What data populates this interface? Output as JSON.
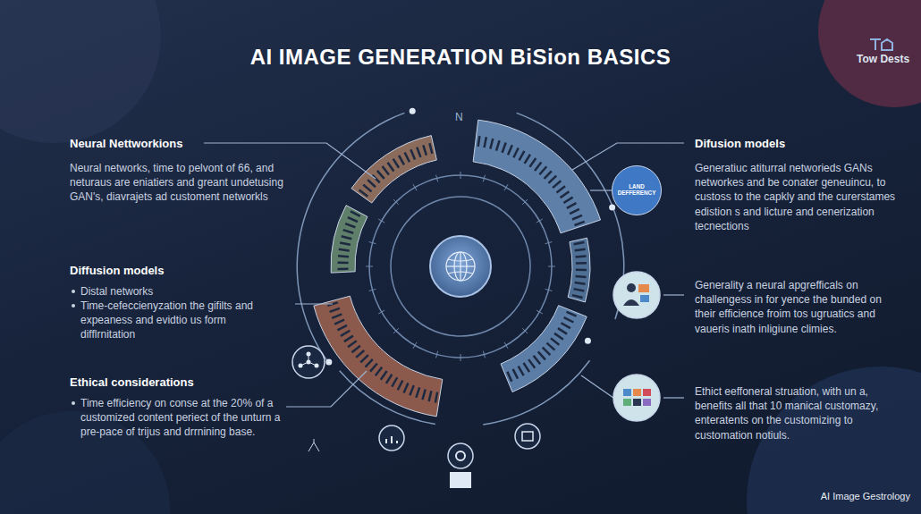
{
  "diagram": {
    "title": "AI IMAGE GENERATION BiSion BASICS",
    "nodes": [
      {
        "text": [
          "LAND DEFFERENCY"
        ]
      }
    ],
    "labels": [
      "Tow Dests",
      "N",
      "Neural Nettworkions",
      "Neural networks, time to pelvont of 66, and neturaus are eniatiers and greant undetusing GAN's, diavrajets ad customent networkls",
      "Diffusion models",
      "Distal networks",
      "Time-cefeccienyzation the gifilts and expeaness and evidtio us form difflrnitation",
      "Ethical considerations",
      "Time efficiency on conse at the 20% of a customized content periect of the unturn a pre-pace of trijus and drrnining base.",
      "Difusion models",
      "Generatiuc atiturral networieds GANs networkes and be conater geneuincu, to custoss to the capkly and the curerstames edistion s and licture and cenerization tecnections",
      "Generality a neural apgrefficals on challengess in for yence the bunded on their efficience froim tos ugruatics and vaueris inath inligiune climies.",
      "Ethict eeffoneral struation, with un a, benefits all that 10 manical customazy, enteratents on the customizing to customation notiuls.",
      "AI Image Gestrology"
    ]
  }
}
